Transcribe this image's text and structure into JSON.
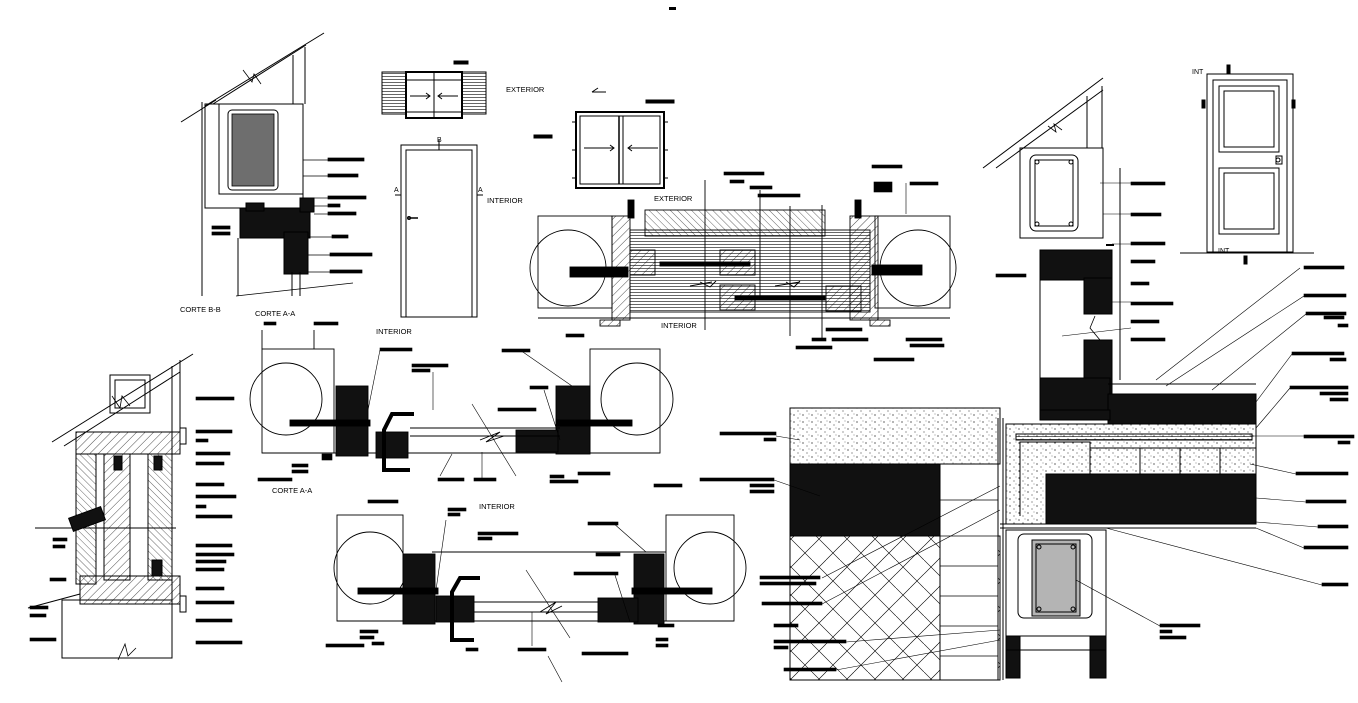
{
  "labels": {
    "exterior_top": "EXTERIOR",
    "interior_door": "INTERIOR",
    "section_b_mark": "B",
    "section_a_left": "A",
    "section_a_right": "A",
    "corte_bb": "CORTE B-B",
    "corte_aa_top": "CORTE A-A",
    "interior_mid": "INTERIOR",
    "exterior_window": "EXTERIOR",
    "interior_window": "INTERIOR",
    "corte_aa_mid": "CORTE A-A",
    "interior_bottom": "INTERIOR",
    "int_top": "INT",
    "int_bottom": "INT"
  },
  "colors": {
    "ink": "#000000",
    "fill_dark": "#111111",
    "fill_gray": "#6e6e6e",
    "fill_light": "#b4b4b4",
    "paper": "#ffffff"
  }
}
